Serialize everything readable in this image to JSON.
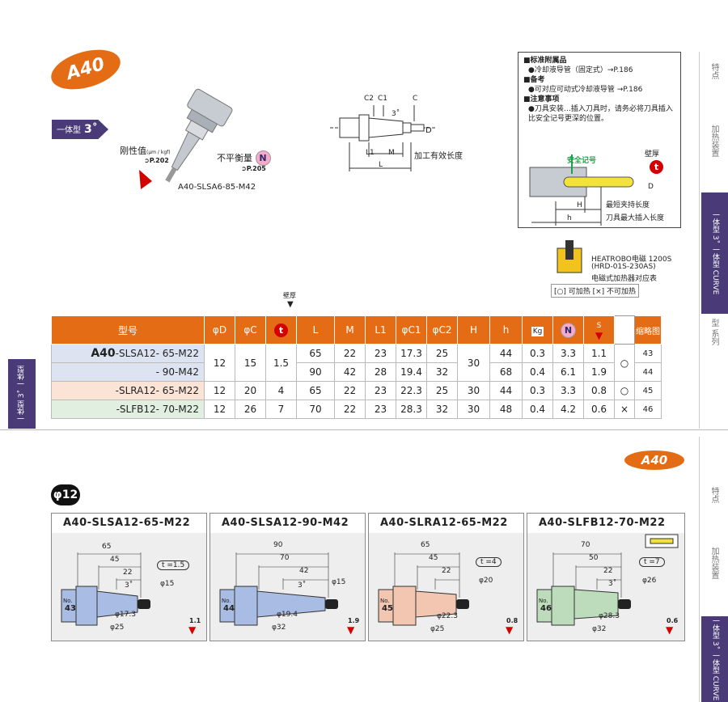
{
  "header": {
    "series_badge": "A40",
    "type_label": "一体型",
    "type_angle": "3˚",
    "rigidity_label": "刚性值",
    "rigidity_unit": "(μm / kgf)",
    "rigidity_ref": "P.202",
    "balance_label": "不平衡量",
    "balance_ref": "P.205",
    "product_caption": "A40-SLSA6-85-M42"
  },
  "drawing_labels": {
    "c2": "C2",
    "c1": "C1",
    "c": "C",
    "angle": "3˚",
    "d": "D",
    "l1": "L1",
    "m": "M",
    "l": "L",
    "effective": "加工有效长度"
  },
  "notes": {
    "std_title": "■标准附属品",
    "std_item": "●冷却液导管（固定式）→P.186",
    "remark_title": "■备考",
    "remark_item": "●可对应可动式冷却液导管 →P.186",
    "caution_title": "■注意事项",
    "caution_item": "●刀具安装…插入刀具时，请务必将刀具插入比安全记号更深的位置。",
    "safety_mark": "安全记号",
    "wall_thickness": "壁厚",
    "t": "t",
    "d": "D",
    "H": "H",
    "h": "h",
    "min_clamp": "最短夹持长度",
    "max_insert": "刀具最大插入长度"
  },
  "heatrobo": {
    "line1": "HEATROBO电磁 1200S",
    "line2": "(HRD-01S-230AS)",
    "line3": "电磁式加热器对应表",
    "legend": "[○] 可加热  [×] 不可加热"
  },
  "table": {
    "wall_note": "壁厚",
    "headers": [
      "型号",
      "φD",
      "φC",
      "t",
      "L",
      "M",
      "L1",
      "φC1",
      "φC2",
      "H",
      "h",
      "Kg",
      "N",
      "S",
      "",
      "缩略图"
    ],
    "rows": [
      {
        "model_prefix": "A40",
        "model": "-SLSA12-  65-M22",
        "D": "12",
        "C": "15",
        "t": "1.5",
        "L": "65",
        "M": "22",
        "L1": "23",
        "C1": "17.3",
        "C2": "25",
        "H": "30",
        "h": "44",
        "kg": "0.3",
        "n": "3.3",
        "s": "1.1",
        "heat": "○",
        "thumb": "43"
      },
      {
        "model_prefix": "",
        "model": "-  90-M42",
        "D": "",
        "C": "",
        "t": "",
        "L": "90",
        "M": "42",
        "L1": "28",
        "C1": "19.4",
        "C2": "32",
        "H": "",
        "h": "68",
        "kg": "0.4",
        "n": "6.1",
        "s": "1.9",
        "heat": "",
        "thumb": "44"
      },
      {
        "model_prefix": "",
        "model": "-SLRA12-  65-M22",
        "D": "12",
        "C": "20",
        "t": "4",
        "L": "65",
        "M": "22",
        "L1": "23",
        "C1": "22.3",
        "C2": "25",
        "H": "30",
        "h": "44",
        "kg": "0.3",
        "n": "3.3",
        "s": "0.8",
        "heat": "○",
        "thumb": "45"
      },
      {
        "model_prefix": "",
        "model": "-SLFB12-  70-M22",
        "D": "12",
        "C": "26",
        "t": "7",
        "L": "70",
        "M": "22",
        "L1": "23",
        "C1": "28.3",
        "C2": "32",
        "H": "30",
        "h": "48",
        "kg": "0.4",
        "n": "4.2",
        "s": "0.6",
        "heat": "×",
        "thumb": "46"
      }
    ]
  },
  "lower": {
    "series_badge": "A40",
    "size_badge": "φ12",
    "cards": [
      {
        "title": "A40-SLSA12-65-M22",
        "no_label": "No.",
        "no": "43",
        "dims": [
          "65",
          "45",
          "22"
        ],
        "t": "t =1.5",
        "angle": "3˚",
        "phi_top": "φ15",
        "phi_c1": "φ17.3",
        "phi_c2": "φ25",
        "s": "1.1",
        "color": "#a9bce3"
      },
      {
        "title": "A40-SLSA12-90-M42",
        "no_label": "No.",
        "no": "44",
        "dims": [
          "90",
          "70",
          "42"
        ],
        "t": "",
        "angle": "3˚",
        "phi_top": "φ15",
        "phi_c1": "φ19.4",
        "phi_c2": "φ32",
        "s": "1.9",
        "color": "#a9bce3"
      },
      {
        "title": "A40-SLRA12-65-M22",
        "no_label": "No.",
        "no": "45",
        "dims": [
          "65",
          "45",
          "22"
        ],
        "t": "t =4",
        "angle": "",
        "phi_top": "φ20",
        "phi_c1": "φ22.3",
        "phi_c2": "φ25",
        "s": "0.8",
        "color": "#f2c6b0"
      },
      {
        "title": "A40-SLFB12-70-M22",
        "no_label": "No.",
        "no": "46",
        "dims": [
          "70",
          "50",
          "22"
        ],
        "t": "t =7",
        "angle": "3˚",
        "phi_top": "φ26",
        "phi_c1": "φ28.3",
        "phi_c2": "φ32",
        "s": "0.6",
        "color": "#bcdcbc"
      }
    ]
  },
  "sidebar": {
    "top": [
      "特点",
      "加热装置",
      "一体型 3˚ 一体型 CURVE",
      "型 系列"
    ],
    "bottom": [
      "特点",
      "加热装置",
      "一体型 3˚ 一体型 CURVE"
    ],
    "left_tab": "一体型 3˚ 一体型 CURVE"
  },
  "colors": {
    "orange": "#e46c14",
    "purple": "#4a3b78",
    "red": "#d40000"
  }
}
